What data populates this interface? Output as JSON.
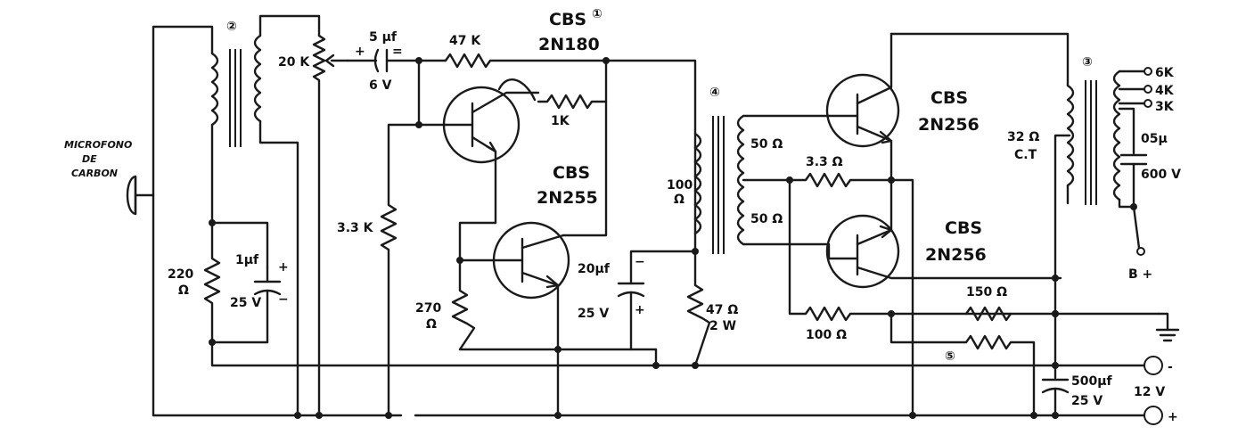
{
  "labels": {
    "mic_line1": "MICROFONO",
    "mic_line2": "DE",
    "mic_line3": "CARBON",
    "r_20k": "20 K",
    "c_5uf": "5 µf",
    "c_5uf_v": "6 V",
    "c_5uf_plus": "+",
    "c_5uf_minus": "=",
    "r_47k": "47 K",
    "q1_brand": "CBS",
    "q1_type": "2N180",
    "r_1k": "1K",
    "q2_brand": "CBS",
    "q2_type": "2N255",
    "r_33k": "3.3 K",
    "r_220": "220",
    "r_220_unit": "Ω",
    "c_1uf": "1µf",
    "c_1uf_v": "25 V",
    "c_1uf_plus": "+",
    "c_1uf_minus": "−",
    "r_270": "270",
    "r_270_unit": "Ω",
    "c_20uf": "20µf",
    "c_20uf_v": "25 V",
    "c_20uf_minus": "−",
    "c_20uf_plus": "+",
    "t2_100": "100",
    "t2_100_unit": "Ω",
    "r_47": "47 Ω",
    "r_47_w": "2 W",
    "t2_50a": "50 Ω",
    "t2_50b": "50 Ω",
    "r_33": "3.3 Ω",
    "q3_brand": "CBS",
    "q3_type": "2N256",
    "q4_brand": "CBS",
    "q4_type": "2N256",
    "t3_32": "32 Ω",
    "t3_ct": "C.T",
    "tap_6k": "6K",
    "tap_4k": "4K",
    "tap_3k": "3K",
    "c_05": "05µ",
    "c_05_v": "600 V",
    "b_plus": "B +",
    "r_150": "150 Ω",
    "r_100": "100 Ω",
    "c_500": "500µf",
    "c_500_v": "25 V",
    "supply_minus": "-",
    "supply_v": "12 V",
    "supply_plus": "+",
    "mark_1": "①",
    "mark_2": "②",
    "mark_3": "③",
    "mark_4": "④",
    "mark_5": "⑤"
  }
}
